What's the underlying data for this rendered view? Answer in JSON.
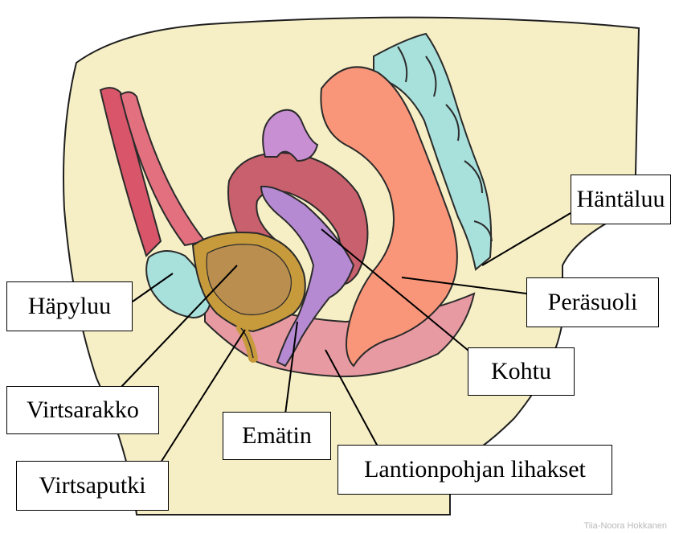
{
  "labels": {
    "hantaluu": "Häntäluu",
    "perasuoli": "Peräsuoli",
    "kohtu": "Kohtu",
    "lantionpohja": "Lantionpohjan lihakset",
    "ematin": "Emätin",
    "virtsaputki": "Virtsaputki",
    "virtsarakko": "Virtsarakko",
    "hapyluu": "Häpyluu"
  },
  "credit": "Tiia-Noora Hokkanen",
  "colors": {
    "background": "#f6efc6",
    "bone": "#a8e1dc",
    "muscle": "#d9566a",
    "rectum": "#f9967a",
    "uterus": "#c9606d",
    "vagina": "#b58ad3",
    "bladder": "#c79a3c",
    "bladder_inner": "#b98e4f",
    "pelvic_floor": "#e79aa2"
  }
}
